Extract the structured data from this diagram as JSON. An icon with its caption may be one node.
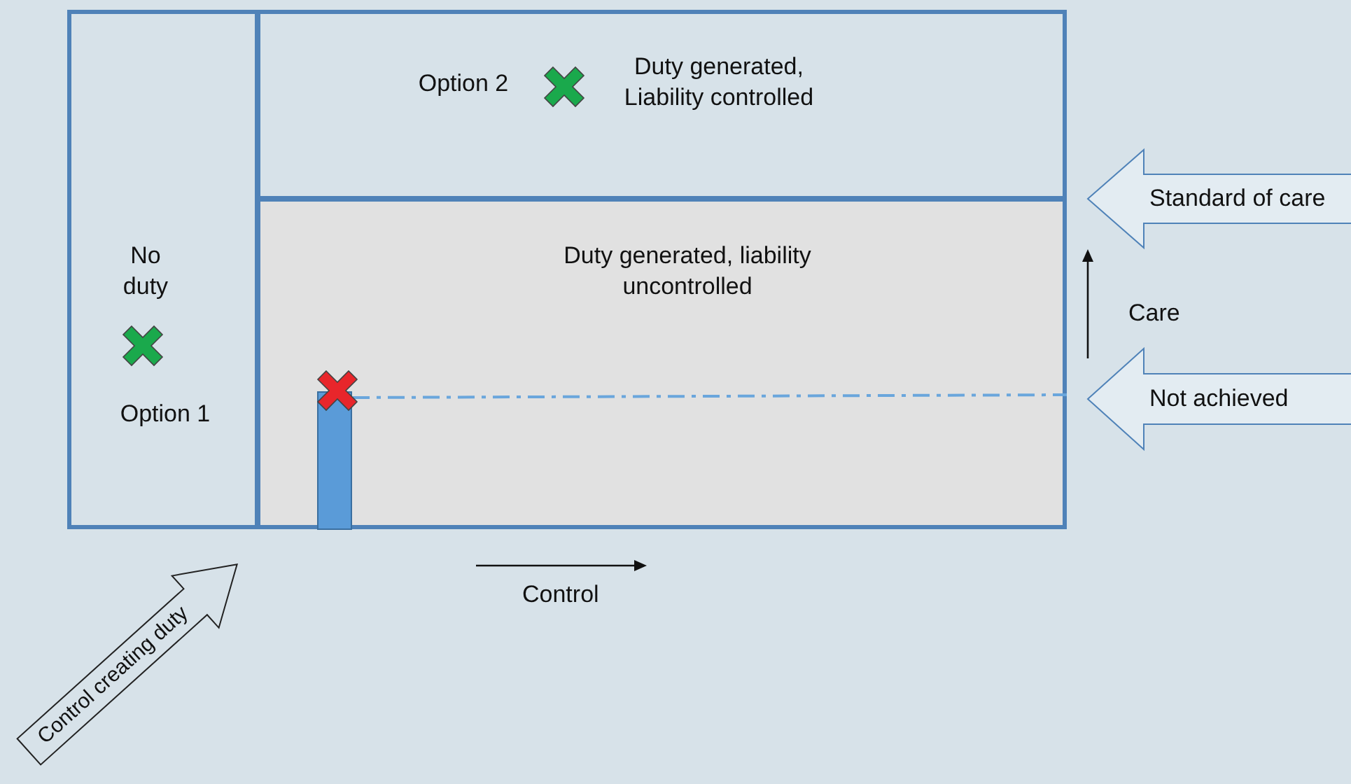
{
  "diagram": {
    "nodes": [
      {
        "text": [
          "No duty",
          "Option 1"
        ]
      },
      {
        "text": [
          "Option 2",
          "Duty generated, Liability controlled"
        ]
      },
      {
        "text": [
          "Duty generated, liability uncontrolled"
        ]
      },
      {
        "text": [
          "Standard of care"
        ]
      },
      {
        "text": [
          "Not achieved"
        ]
      },
      {
        "text": [
          "Control creating duty"
        ]
      }
    ],
    "labels": [
      "Care",
      "Control"
    ]
  }
}
